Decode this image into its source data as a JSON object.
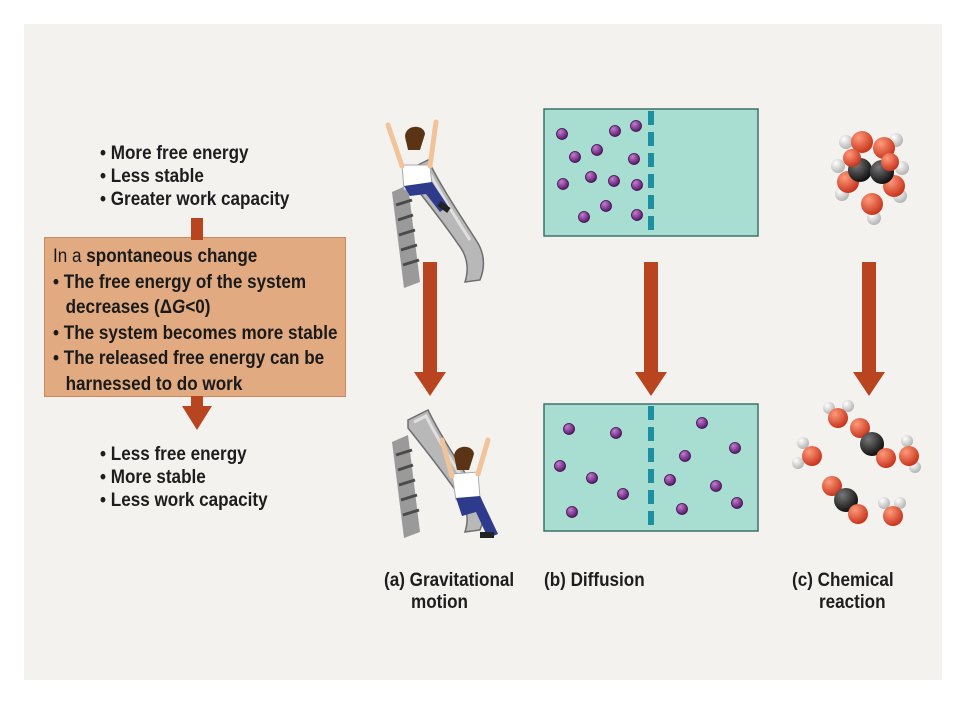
{
  "top_list": [
    "More free energy",
    "Less stable",
    "Greater work capacity"
  ],
  "box": {
    "heading_prefix": "In a ",
    "heading_bold": "spontaneous change",
    "item1_line1": "The free energy of the system",
    "item1_line2_a": "decreases (",
    "item1_line2_delta": "Δ",
    "item1_line2_g": "G",
    "item1_line2_b": "<0)",
    "item2": "The system becomes more stable",
    "item3_line1": "The released free energy can be",
    "item3_line2": "harnessed to do work"
  },
  "bottom_list": [
    "Less free energy",
    "More stable",
    "Less work capacity"
  ],
  "captions": {
    "a_line1": "(a) Gravitational",
    "a_line2": "motion",
    "b_line1": "(b) Diffusion",
    "c_line1": "(c) Chemical",
    "c_line2": "reaction"
  },
  "colors": {
    "arrow": "#b8451f",
    "box_fill": "#e1aa80",
    "diffusion_fill": "#a8ddd2",
    "molecule": "#7a2f8a",
    "barrier": "#1c8fa0",
    "oxygen": "#d9442a",
    "hydrogen": "#e6e6e6",
    "carbon": "#2a2a2a"
  },
  "icons": [
    "girl-on-slide-top-icon",
    "girl-on-slide-bottom-icon",
    "molecule-cluster-icon",
    "reaction-products-icon"
  ]
}
